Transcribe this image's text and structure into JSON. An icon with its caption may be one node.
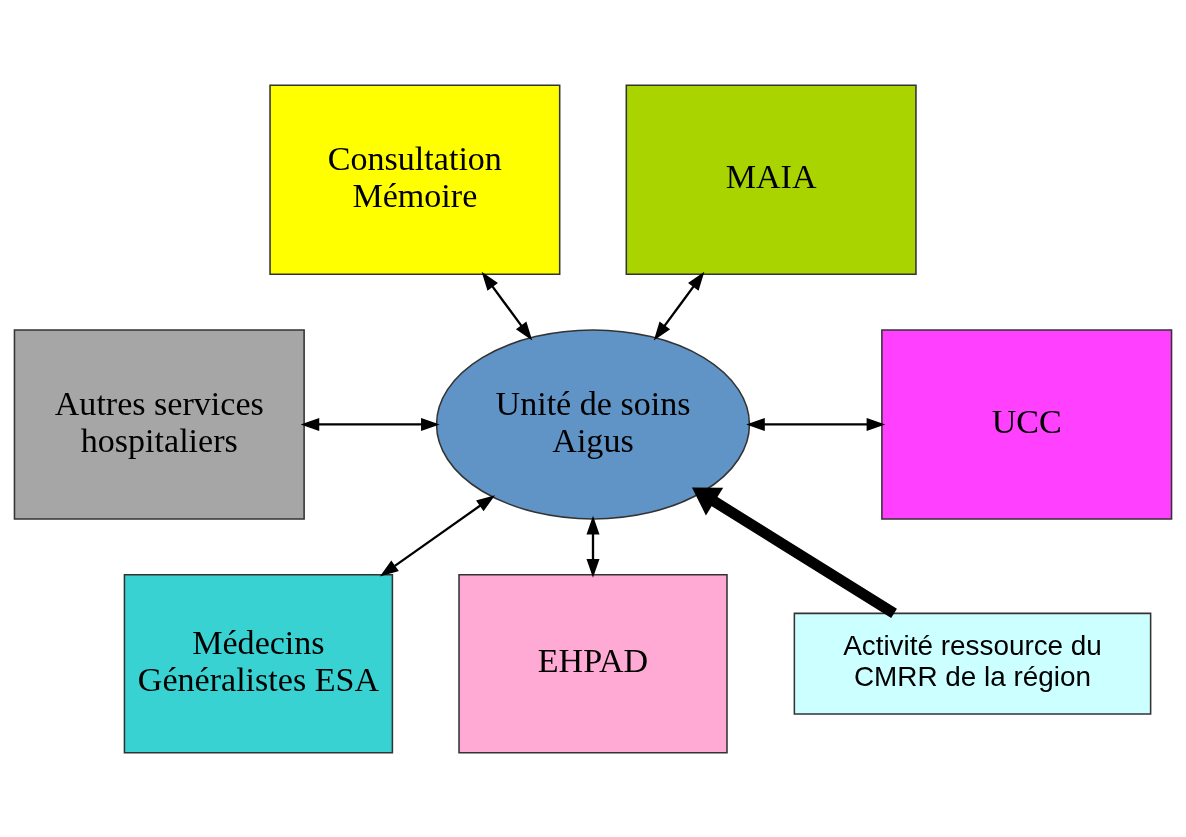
{
  "diagram": {
    "nodes": [
      {
        "text": [
          "Consultation Mémoire"
        ]
      },
      {
        "text": [
          "MAIA"
        ]
      },
      {
        "text": [
          "Autres services hospitaliers"
        ]
      },
      {
        "text": [
          "Unité de soins Aigus"
        ]
      },
      {
        "text": [
          "UCC"
        ]
      },
      {
        "text": [
          "Médecins Généralistes ESA"
        ]
      },
      {
        "text": [
          "EHPAD"
        ]
      },
      {
        "text": [
          "Activité ressource du CMRR de la région"
        ]
      }
    ],
    "edges": [
      {
        "from": 0,
        "to": 3,
        "arrow": "both"
      },
      {
        "from": 1,
        "to": 3,
        "arrow": "both"
      },
      {
        "from": 2,
        "to": 3,
        "arrow": "both"
      },
      {
        "from": 3,
        "to": 4,
        "arrow": "both"
      },
      {
        "from": 3,
        "to": 5,
        "arrow": "both"
      },
      {
        "from": 3,
        "to": 6,
        "arrow": "both"
      },
      {
        "from": 7,
        "to": 3,
        "arrow": "to",
        "style": "thick"
      }
    ]
  }
}
